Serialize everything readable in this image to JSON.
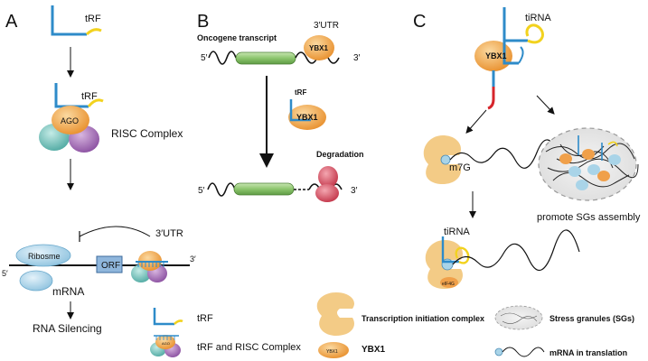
{
  "panels": {
    "a": {
      "letter": "A",
      "trf_top": "tRF",
      "trf_mid": "tRF",
      "ago": "AGO",
      "risc": "RISC Complex",
      "utr": "3′UTR",
      "ribosome": "Ribosme",
      "orf": "ORF",
      "five": "5′",
      "three": "3′",
      "mrna": "mRNA",
      "silencing": "RNA Silencing"
    },
    "b": {
      "letter": "B",
      "oncogene": "Oncogene transcript",
      "utr": "3′UTR",
      "ybx1_top": "YBX1",
      "five_top": "5′",
      "three_top": "3′",
      "trf": "tRF",
      "ybx1_trf": "YBX1",
      "degradation": "Degradation",
      "five_bot": "5′",
      "three_bot": "3′"
    },
    "c": {
      "letter": "C",
      "tirna_top": "tiRNA",
      "ybx1": "YBX1",
      "m7g": "m7G",
      "promote": "promote SGs assembly",
      "tirna_bot": "tiRNA",
      "eif": "eIF4G"
    }
  },
  "legend": {
    "trf": "tRF",
    "trf_risc": "tRF and RISC Complex",
    "ago_mini": "AGO",
    "tic": "Transcription initiation complex",
    "ybx1_icon": "YBX1",
    "ybx1": "YBX1",
    "sg": "Stress granules (SGs)",
    "mrna_trans": "mRNA in translation"
  },
  "colors": {
    "trf_blue": "#2e8bc9",
    "trf_yellow": "#f2d21e",
    "ago_orange": "#f0a04a",
    "risc_teal": "#7cc6c0",
    "risc_purple": "#a36fb3",
    "ribosome_blue": "#a9d4e8",
    "orf_blue": "#8fb6dc",
    "transcript_green": "#8cc56d",
    "degradation_red": "#d9475a",
    "tic_tan": "#f3cb86",
    "tirna_red": "#d6252b",
    "sg_grey": "#cccccc"
  },
  "icons": [
    "trf-icon",
    "ago-icon",
    "ribosome-icon",
    "ybx1-icon",
    "transcription-initiation-complex-icon",
    "stress-granule-icon",
    "mrna-translation-icon"
  ]
}
